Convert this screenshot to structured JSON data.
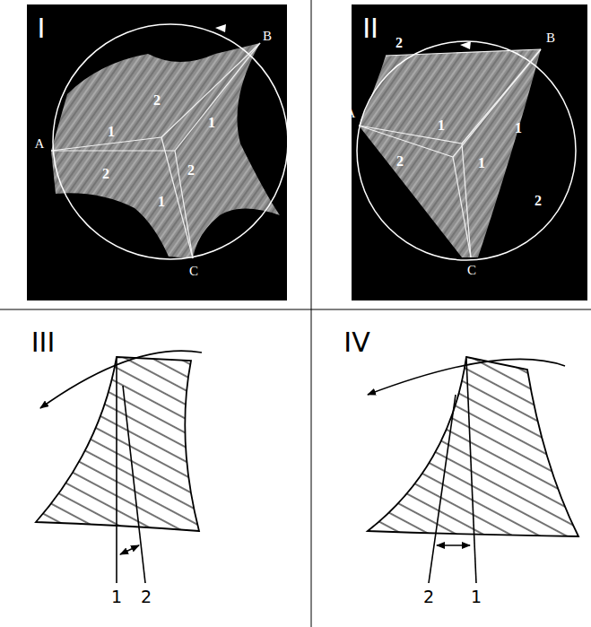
{
  "diagram": {
    "labels": [
      "I",
      "B",
      "A",
      "C",
      "2",
      "1",
      "1",
      "2",
      "2",
      "1",
      "II",
      "2",
      "B",
      "A",
      "1",
      "1",
      "2",
      "1",
      "2",
      "C",
      "III",
      "1",
      "2",
      "IV",
      "2",
      "1"
    ]
  }
}
